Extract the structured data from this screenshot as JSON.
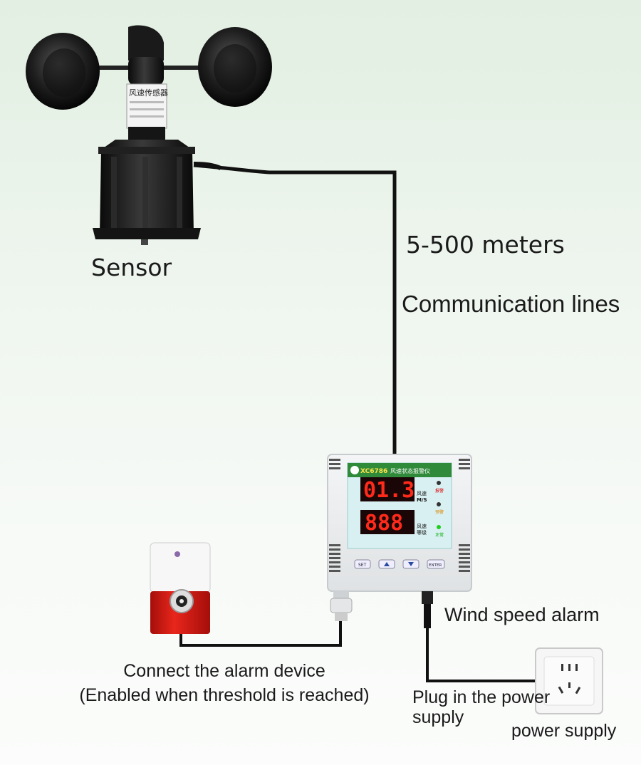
{
  "labels": {
    "sensor": "Sensor",
    "distance": "5-500 meters",
    "communication": "Communication lines",
    "alarm_device_line1": "Connect the alarm device",
    "alarm_device_line2": "(Enabled when threshold is reached)",
    "wind_speed_alarm": "Wind speed alarm",
    "plug_in": "Plug in the power supply",
    "power_supply": "power supply"
  },
  "sensor_body_text": "风速传感器",
  "controller": {
    "model": "XC6786",
    "title": "风速状态报警仪",
    "display_speed": "01.3",
    "display_level": "888",
    "unit_speed_cn": "风速",
    "unit_speed": "M/S",
    "unit_level_cn": "风速",
    "unit_level": "等级",
    "indicator_alarm": "报警",
    "indicator_warn": "预警",
    "indicator_normal": "正常",
    "btn_set": "SET",
    "btn_enter": "ENTER"
  },
  "colors": {
    "wire": "#111111",
    "led_digits": "#ff2a1a",
    "panel_green": "#3a9a3a",
    "siren_red": "#d91a12"
  }
}
